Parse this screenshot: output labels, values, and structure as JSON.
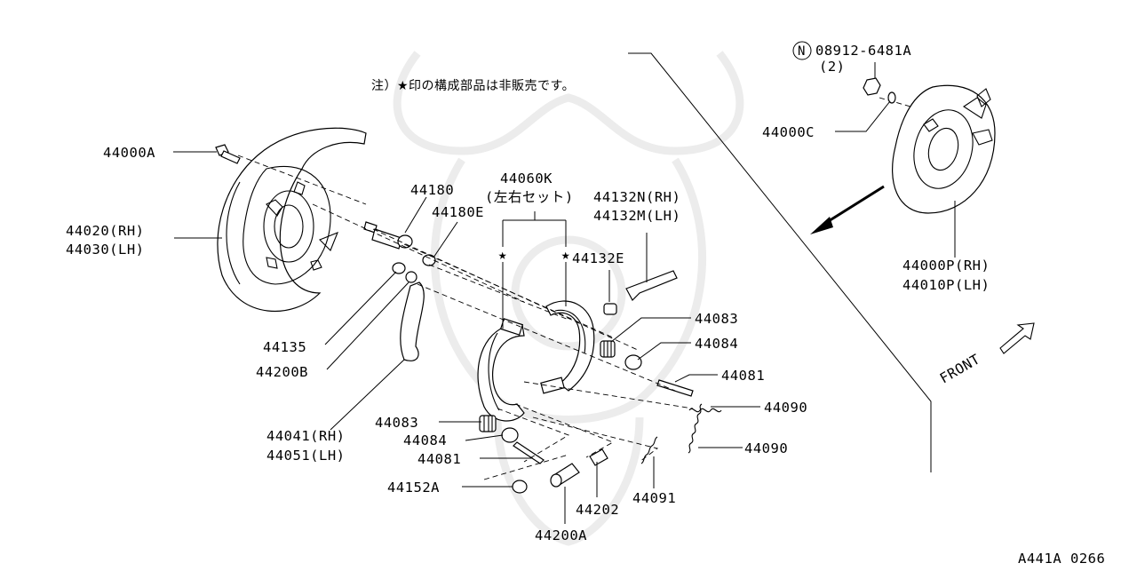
{
  "diagram": {
    "note": "注）★印の構成部品は非販売です。",
    "drawing_code": "A441A 0266",
    "front_label": "FRONT",
    "nut_symbol": "N",
    "labels": {
      "p08912": "08912-6481A",
      "p08912_qty": "(2)",
      "p44000C": "44000C",
      "p44000P_rh": "44000P(RH)",
      "p44010P_lh": "44010P(LH)",
      "p44000A": "44000A",
      "p44020_rh": "44020(RH)",
      "p44030_lh": "44030(LH)",
      "p44180": "44180",
      "p44180E": "44180E",
      "p44060K": "44060K",
      "p44060K_sub": "(左右セット)",
      "p44132N_rh": "44132N(RH)",
      "p44132M_lh": "44132M(LH)",
      "p44132E": "44132E",
      "p44083_r": "44083",
      "p44084_r": "44084",
      "p44081_r": "44081",
      "p44090_a": "44090",
      "p44090_b": "44090",
      "p44135": "44135",
      "p44200B": "44200B",
      "p44041_rh": "44041(RH)",
      "p44051_lh": "44051(LH)",
      "p44083_l": "44083",
      "p44084_l": "44084",
      "p44081_l": "44081",
      "p44152A": "44152A",
      "p44202": "44202",
      "p44091": "44091",
      "p44200A": "44200A"
    }
  }
}
